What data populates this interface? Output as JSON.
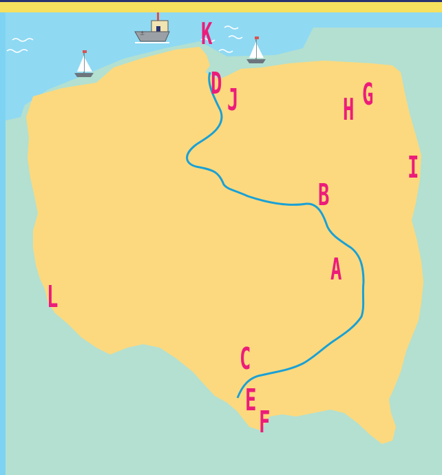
{
  "colors": {
    "sea": "#8fd9f3",
    "land_neighbors": "#b3e0d1",
    "country": "#fcd97e",
    "river": "#1aa0d6",
    "label": "#ec1c7a",
    "top_bar": "#f6e05e",
    "top_border": "#2a3270"
  },
  "map": {
    "labels": {
      "A": "A",
      "B": "B",
      "C": "C",
      "D": "D",
      "E": "E",
      "F": "F",
      "G": "G",
      "H": "H",
      "I": "I",
      "J": "J",
      "K": "K",
      "L": "L"
    },
    "icons": [
      "ship-icon",
      "sailboat-icon",
      "sailboat-icon",
      "wave-icon"
    ]
  }
}
